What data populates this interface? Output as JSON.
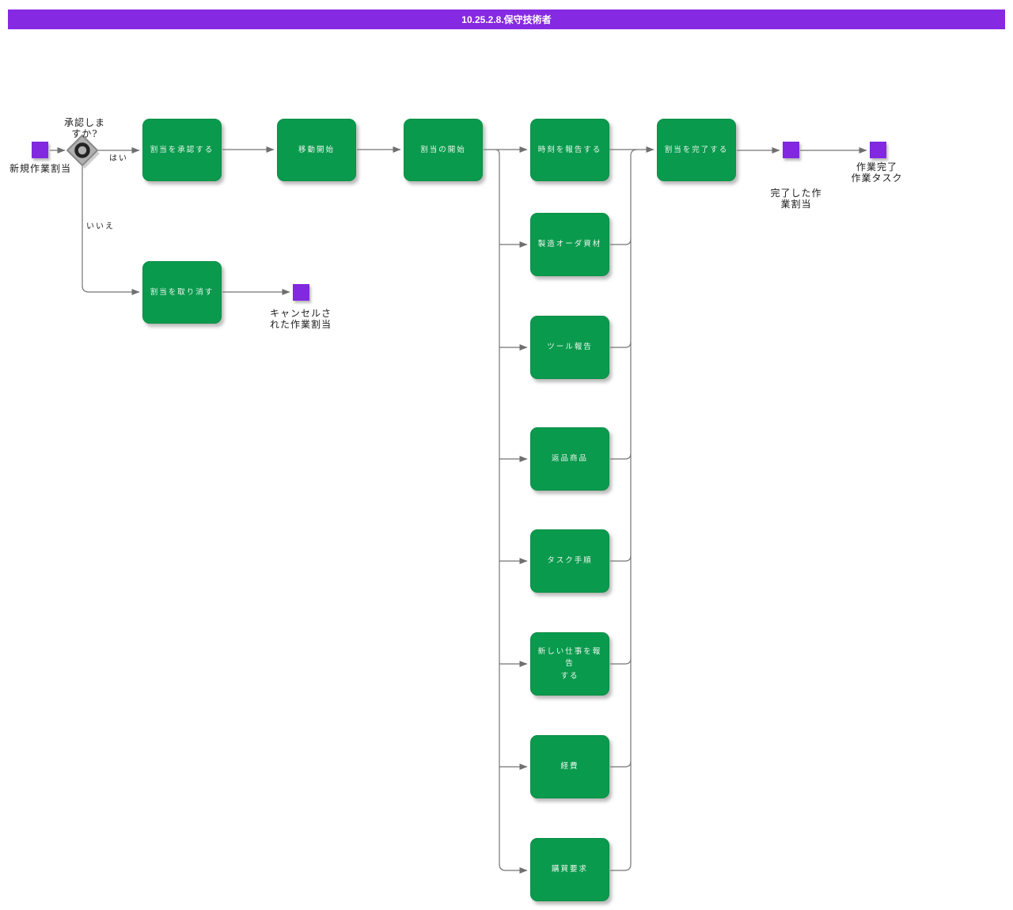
{
  "header": {
    "title": "10.25.2.8.保守技術者"
  },
  "colors": {
    "header_bg": "#8629e2",
    "task_fill": "#0a9a4d",
    "event_fill": "#8128e0",
    "connector": "#757575",
    "gateway_fill": "#b0b0b0"
  },
  "gateway": {
    "question": "承認しま\nすか?",
    "yes_label": "はい",
    "no_label": "いいえ"
  },
  "events": {
    "start": {
      "label": "新規作業割当"
    },
    "completed_assignment": {
      "label": "完了した作\n業割当"
    },
    "work_complete_task": {
      "label": "作業完了\n作業タスク"
    },
    "cancelled_assignment": {
      "label": "キャンセルさ\nれた作業割当"
    }
  },
  "tasks": {
    "approve": "割当を承認する",
    "start_travel": "移動開始",
    "start_assignment": "割当の開始",
    "report_time": "時刻を報告する",
    "complete_assignment": "割当を完了する",
    "cancel_assignment": "割当を取り消す",
    "mfg_order_materials": "製造オーダ資材",
    "tool_report": "ツール報告",
    "return_goods": "返品商品",
    "task_steps": "タスク手順",
    "report_new_work": "新しい仕事を報告\nする",
    "expenses": "経費",
    "purchase_request": "購買要求"
  }
}
